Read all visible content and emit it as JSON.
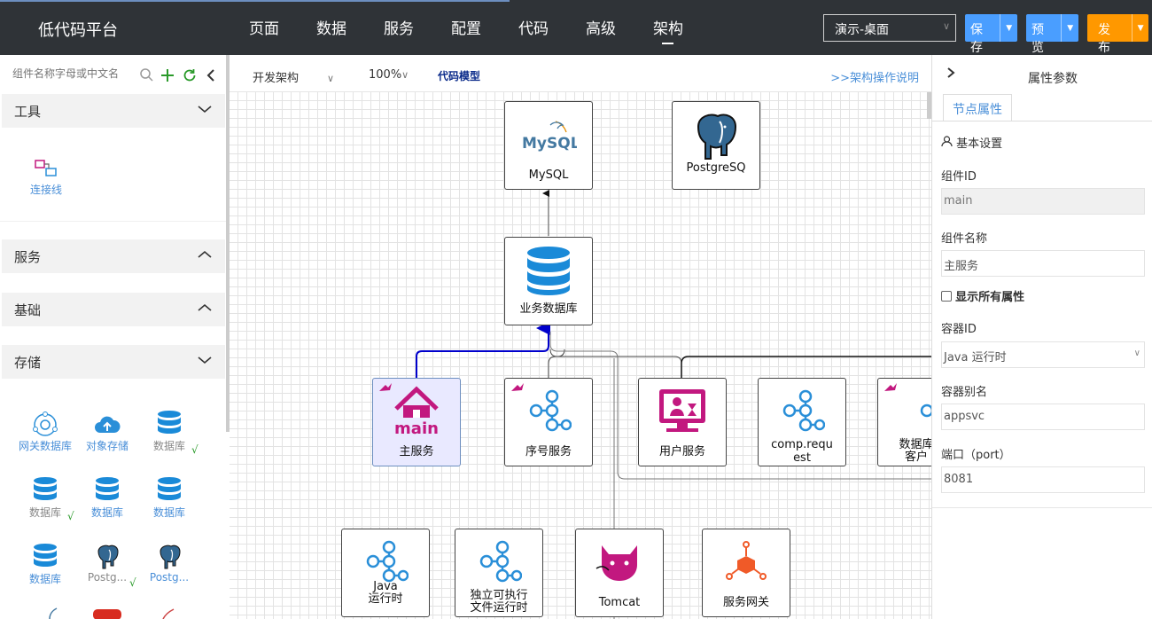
{
  "app": {
    "title": "低代码平台"
  },
  "nav": {
    "items": [
      "页面",
      "数据",
      "服务",
      "配置",
      "代码",
      "高级",
      "架构"
    ],
    "active": "架构"
  },
  "header": {
    "env_select": "演示-桌面",
    "save_label": "保存",
    "preview_label": "预览",
    "publish_label": "发布"
  },
  "sidebar": {
    "search_placeholder": "组件名称字母或中文名",
    "sections": {
      "tools": "工具",
      "services": "服务",
      "basic": "基础",
      "storage": "存储"
    },
    "tool_item": "连接线",
    "storage_items": [
      {
        "label": "网关数据库",
        "checked": false
      },
      {
        "label": "对象存储",
        "checked": false
      },
      {
        "label": "数据库",
        "checked": true
      },
      {
        "label": "数据库",
        "checked": true
      },
      {
        "label": "数据库",
        "checked": false
      },
      {
        "label": "数据库",
        "checked": false
      },
      {
        "label": "数据库",
        "checked": false
      },
      {
        "label": "Postg...",
        "checked": true
      },
      {
        "label": "Postg...",
        "checked": false
      }
    ],
    "check_mark": "√"
  },
  "toolbar": {
    "arch_select": "开发架构",
    "zoom": "100%",
    "code_model": "代码模型",
    "help_link": ">>架构操作说明"
  },
  "canvas": {
    "nodes": {
      "mysql": "MySQL",
      "mysql_logo": "MySQL",
      "postgres": "PostgreSQ",
      "bizdb": "业务数据库",
      "main": "主服务",
      "main_logo": "main",
      "seq": "序号服务",
      "user": "用户服务",
      "comp1": "comp.requ",
      "comp2": "est",
      "dbclient1": "数据库",
      "dbclient2": "客户",
      "java1": "Java",
      "java2": "运行时",
      "exe1": "独立可执行",
      "exe2": "文件运行时",
      "tomcat": "Tomcat",
      "gateway": "服务网关"
    },
    "colors": {
      "selected_edge": "#0000cc",
      "edge": "#555555",
      "main_accent": "#c2187f",
      "hub": "#2a8fd8"
    }
  },
  "panel": {
    "title": "属性参数",
    "tab": "节点属性",
    "basic_settings": "基本设置",
    "fields": [
      {
        "label": "组件ID",
        "value": "main",
        "readonly": true
      },
      {
        "label": "组件名称",
        "value": "主服务"
      },
      {
        "label": "容器ID",
        "value": "Java 运行时",
        "select": true
      },
      {
        "label": "容器别名",
        "value": "appsvc"
      },
      {
        "label": "端口（port）",
        "value": "8081"
      }
    ],
    "show_all": "显示所有属性"
  }
}
